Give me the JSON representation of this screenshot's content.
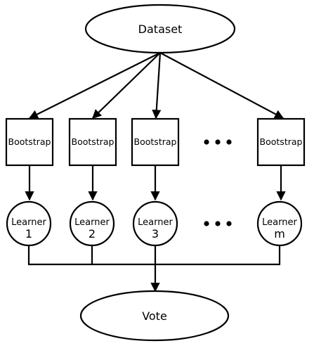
{
  "diagram": {
    "dataset_label": "Dataset",
    "vote_label": "Vote",
    "bootstrap_labels": [
      "Bootstrap",
      "Bootstrap",
      "Bootstrap",
      "Bootstrap"
    ],
    "learner_word": "Learner",
    "learner_indices": [
      "1",
      "2",
      "3",
      "m"
    ],
    "ellipsis": "•••"
  }
}
